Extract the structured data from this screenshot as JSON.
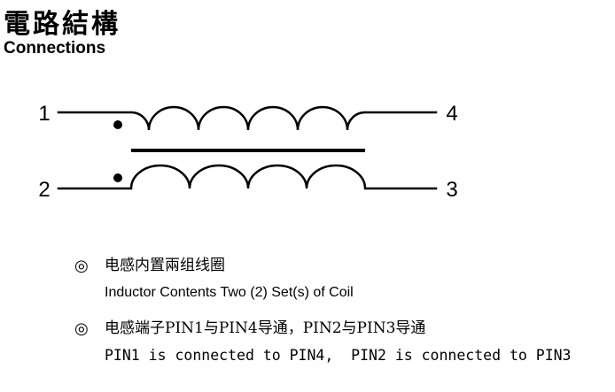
{
  "page": {
    "background": "#ffffff",
    "foreground": "#000000"
  },
  "header": {
    "title_zh": "電路結構",
    "title_en": "Connections"
  },
  "schematic": {
    "pin_top_left": "1",
    "pin_top_right": "4",
    "pin_bottom_left": "2",
    "pin_bottom_right": "3"
  },
  "notes": [
    {
      "bullet": "◎",
      "zh": "电感内置兩组线圈",
      "en": "Inductor Contents Two (2) Set(s) of Coil"
    },
    {
      "bullet": "◎",
      "zh": "电感端子PIN1与PIN4导通，PIN2与PIN3导通",
      "en": "PIN1 is connected to PIN4,  PIN2 is connected to PIN3"
    }
  ]
}
